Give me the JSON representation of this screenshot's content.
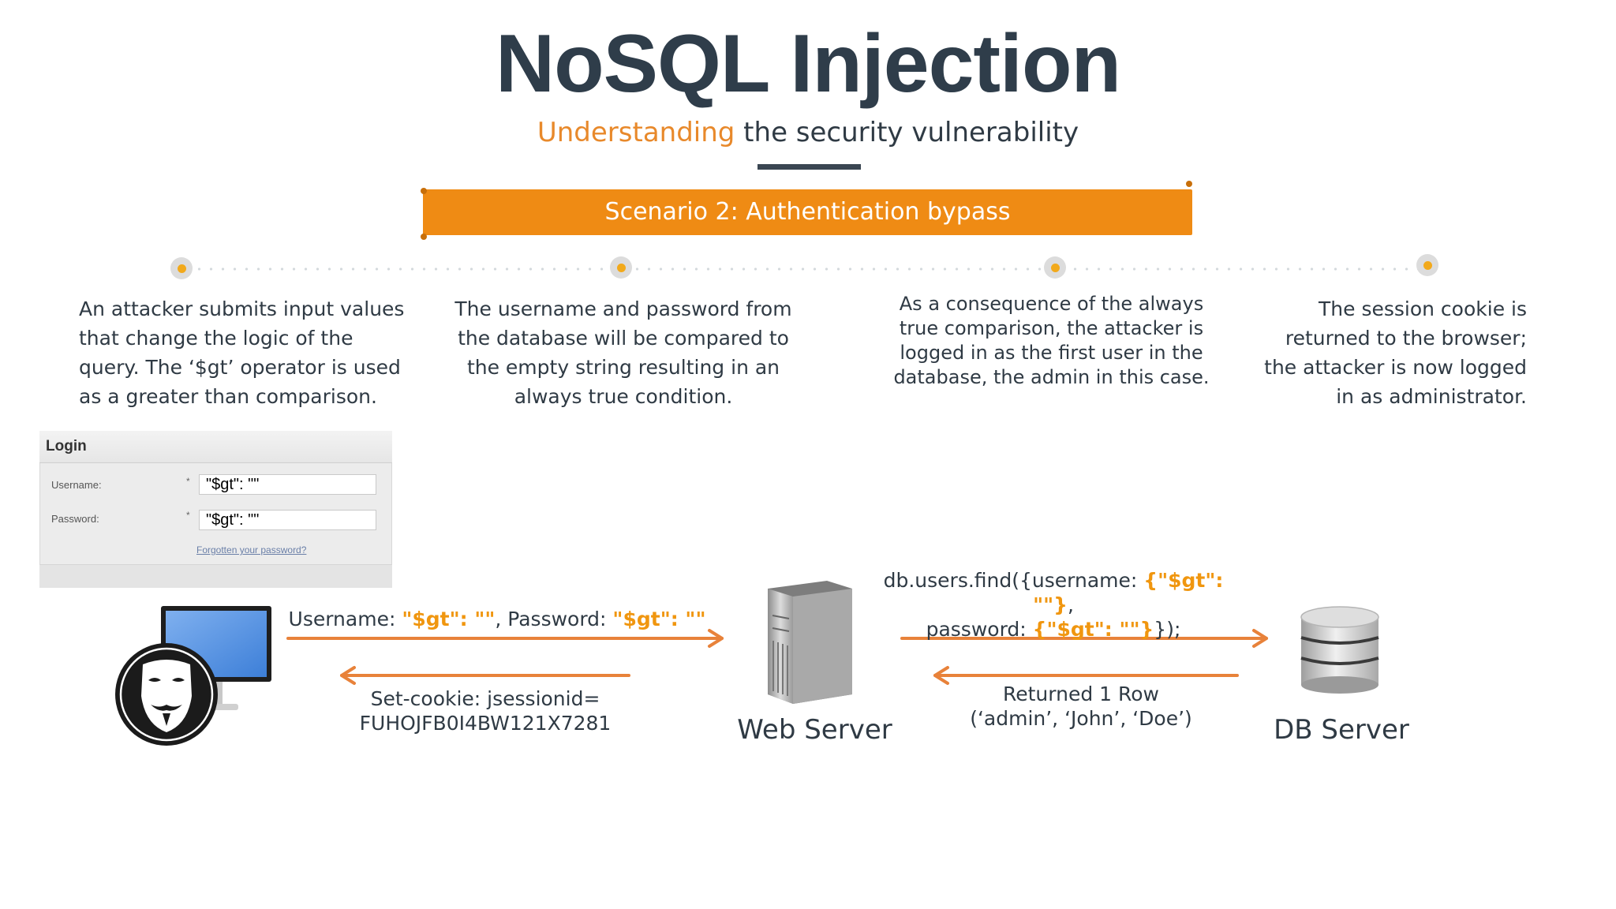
{
  "header": {
    "title": "NoSQL Injection",
    "subtitle_highlight": "Understanding",
    "subtitle_rest": " the security vulnerability"
  },
  "banner": {
    "label": "Scenario 2: Authentication bypass",
    "color": "#ef8b14"
  },
  "steps": [
    {
      "text": "An attacker submits input values that change the logic of the query. The ‘$gt’ operator is used as a greater than comparison."
    },
    {
      "text": "The username and password from the database will be compared to the empty string resulting in an always true condition."
    },
    {
      "text": "As a consequence of the always true comparison, the attacker is logged in as the first user in the database, the admin in this case."
    },
    {
      "text": "The session cookie is returned to the browser; the attacker is now logged in as administrator."
    }
  ],
  "login_form": {
    "title": "Login",
    "username_label": "Username:",
    "password_label": "Password:",
    "required_mark": "*",
    "username_value": "\"$gt\": \"\"",
    "password_value": "\"$gt\": \"\"",
    "forgot_link": "Forgotten your password?"
  },
  "flow": {
    "request": {
      "username_label": "Username: ",
      "username_payload": "\"$gt\": \"\"",
      "sep": ", Password: ",
      "password_payload": "\"$gt\": \"\""
    },
    "cookie": {
      "line1": "Set-cookie: jsessionid=",
      "line2": "FUHOJFB0I4BW121X7281"
    },
    "query": {
      "p1": "db.users.find({username: ",
      "payload1": "{\"$gt\": \"\"}",
      "p2": ",",
      "p3": "password: ",
      "payload2": "{\"$gt\": \"\"}",
      "p4": "});"
    },
    "result": {
      "line1": "Returned 1 Row",
      "line2": "(‘admin’, ‘John’, ‘Doe’)"
    }
  },
  "nodes": {
    "web_server": "Web Server",
    "db_server": "DB Server",
    "attacker_icon": "anonymous-mask-icon",
    "monitor_icon": "computer-monitor-icon",
    "server_icon": "server-tower-icon",
    "database_icon": "database-cylinder-icon"
  },
  "colors": {
    "accent_orange": "#ef8b14",
    "arrow_orange": "#e8823a",
    "payload_orange": "#f0960f",
    "dark_text": "#2f3a44",
    "timeline_dot": "#f2a91b"
  }
}
